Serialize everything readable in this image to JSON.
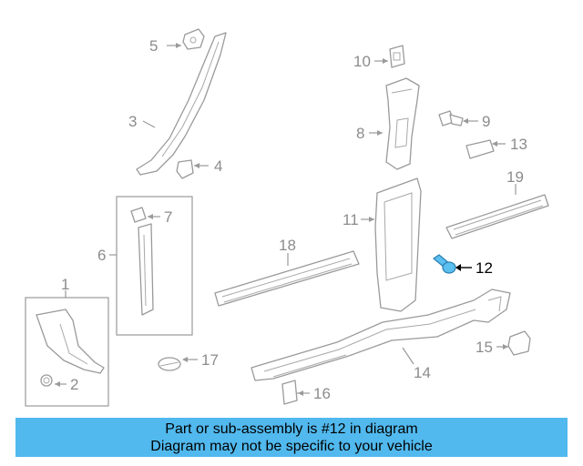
{
  "callouts": {
    "c1": "1",
    "c2": "2",
    "c3": "3",
    "c4": "4",
    "c5": "5",
    "c6": "6",
    "c7": "7",
    "c8": "8",
    "c9": "9",
    "c10": "10",
    "c11": "11",
    "c12": "12",
    "c13": "13",
    "c14": "14",
    "c15": "15",
    "c16": "16",
    "c17": "17",
    "c18": "18",
    "c19": "19"
  },
  "highlight": {
    "part": "12",
    "color": "#51b9ee"
  },
  "banner": {
    "line1": "Part or sub-assembly is #12 in diagram",
    "line2": "Diagram may not be specific to your vehicle"
  }
}
